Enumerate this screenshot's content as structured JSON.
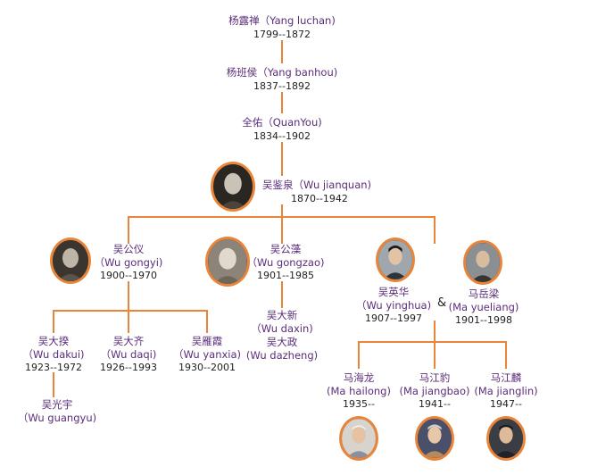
{
  "yang_luchan": {
    "name": "杨露禅（Yang luchan)",
    "dates": "1799--1872"
  },
  "yang_banhou": {
    "name": "杨班侯（Yang banhou)",
    "dates": "1837--1892"
  },
  "quanyou": {
    "name": "全佑（QuanYou)",
    "dates": "1834--1902"
  },
  "wu_jianquan": {
    "name": "吴鉴泉（Wu jianquan)",
    "dates": "1870--1942"
  },
  "wu_gongyi": {
    "name": "吴公仪",
    "latin": "（Wu gongyi)",
    "dates": "1900--1970"
  },
  "wu_gongzao": {
    "name": "吴公藻",
    "latin": "（Wu gongzao)",
    "dates": "1901--1985"
  },
  "wu_yinghua": {
    "name": "吴英华",
    "latin": "（Wu yinghua)",
    "amp": "&",
    "dates": "1907--1997"
  },
  "ma_yueliang": {
    "name": "马岳梁",
    "latin": "(Ma yueliang)",
    "dates": "1901--1998"
  },
  "wu_dakui": {
    "name": "吴大揆",
    "latin": "（Wu dakui)",
    "dates": "1923--1972"
  },
  "wu_daqi": {
    "name": "吴大齐",
    "latin": "（Wu daqi)",
    "dates": "1926--1993"
  },
  "wu_yanxia": {
    "name": "吴雁霞",
    "latin": "（Wu yanxia)",
    "dates": "1930--2001"
  },
  "wu_daxin": {
    "name": "吴大新",
    "latin": "（Wu daxin)"
  },
  "wu_dazheng": {
    "name": "吴大政",
    "latin": "(Wu dazheng)"
  },
  "wu_guangyu": {
    "name": "吴光宇",
    "latin": "（Wu guangyu)"
  },
  "ma_hailong": {
    "name": "马海龙",
    "latin": "(Ma hailong)",
    "dates": "1935--"
  },
  "ma_jiangbao": {
    "name": "马江豹",
    "latin": "(Ma jiangbao)",
    "dates": "1941--"
  },
  "ma_jianglin": {
    "name": "马江麟",
    "latin": "(Ma jianglin)",
    "dates": "1947--"
  },
  "colors": {
    "line": "#e9853a",
    "chinese_text": "#5a2d7a",
    "latin_text": "#222222",
    "frame": "#e9853a"
  }
}
